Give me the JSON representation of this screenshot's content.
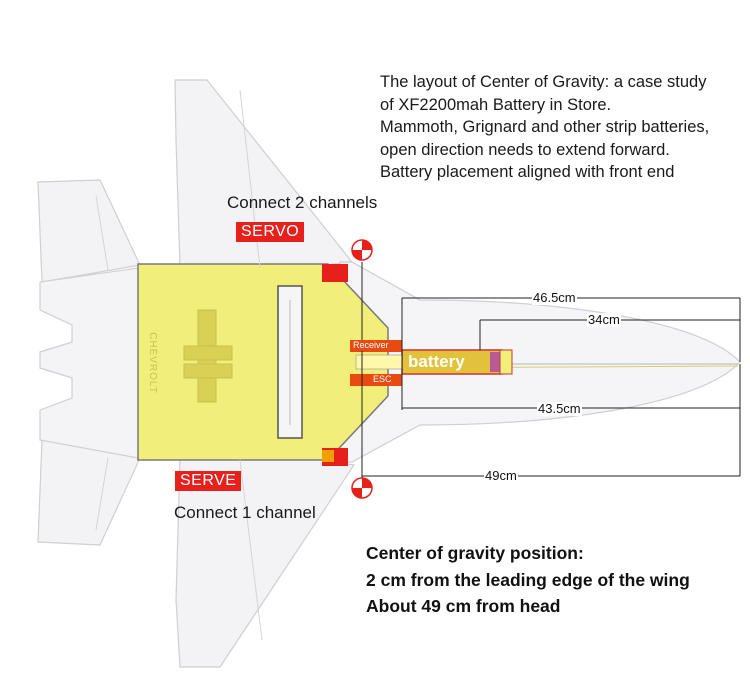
{
  "intro_lines": [
    "The layout of Center of Gravity: a case study",
    "of XF2200mah Battery in Store.",
    "Mammoth, Grignard and other strip batteries,",
    "open direction needs to extend forward.",
    "Battery placement aligned with front end"
  ],
  "top_channel_label": "Connect 2 channels",
  "top_badge": "SERVO",
  "bottom_channel_label": "Connect 1 channel",
  "bottom_badge": "SERVE",
  "receiver_label": "Receiver",
  "esc_label": "ESC",
  "battery_label": "battery",
  "dimensions": {
    "d1": "46.5cm",
    "d2": "34cm",
    "d3": "43.5cm",
    "d4": "49cm"
  },
  "cg_lines": [
    "Center of gravity position:",
    "2 cm from the leading edge of the wing",
    "About 49 cm from head"
  ],
  "colors": {
    "accent_red": "#e8201c",
    "battery_yellow": "#f1ef79",
    "esc_orange": "#e84a12"
  }
}
